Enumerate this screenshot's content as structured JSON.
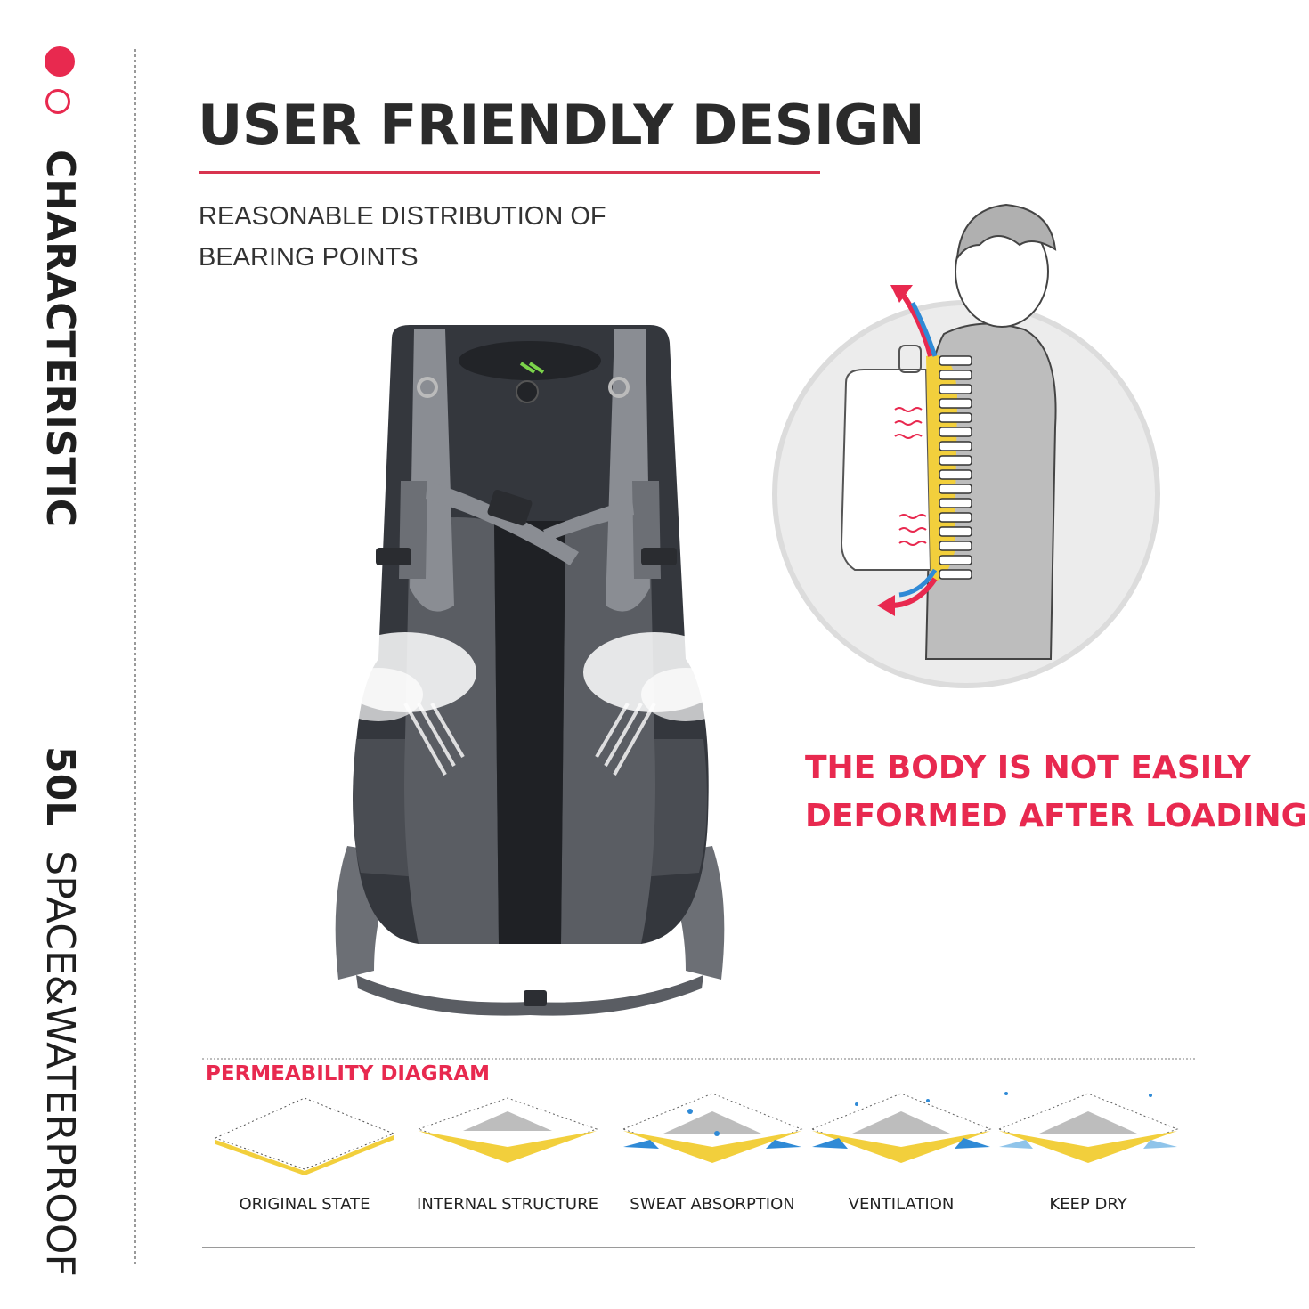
{
  "side": {
    "characteristic": "CHARACTERISTIC",
    "capacity": "50L",
    "capacity_desc": "SPACE&WATERPROOF"
  },
  "header": {
    "title": "USER FRIENDLY DESIGN",
    "subtitle_line1": "REASONABLE DISTRIBUTION OF",
    "subtitle_line2": "BEARING POINTS"
  },
  "caption": {
    "line1": "THE BODY IS NOT EASILY",
    "line2": "DEFORMED AFTER LOADING."
  },
  "permeability": {
    "title": "PERMEABILITY DIAGRAM",
    "items": [
      {
        "label": "ORIGINAL STATE"
      },
      {
        "label": "INTERNAL STRUCTURE"
      },
      {
        "label": "SWEAT ABSORPTION"
      },
      {
        "label": "VENTILATION"
      },
      {
        "label": "KEEP DRY"
      }
    ]
  },
  "colors": {
    "accent": "#e8294f",
    "text": "#2b2b2b",
    "yellow": "#f2cf3c",
    "blue": "#2f8ad6",
    "pack": "#3a3d44"
  }
}
